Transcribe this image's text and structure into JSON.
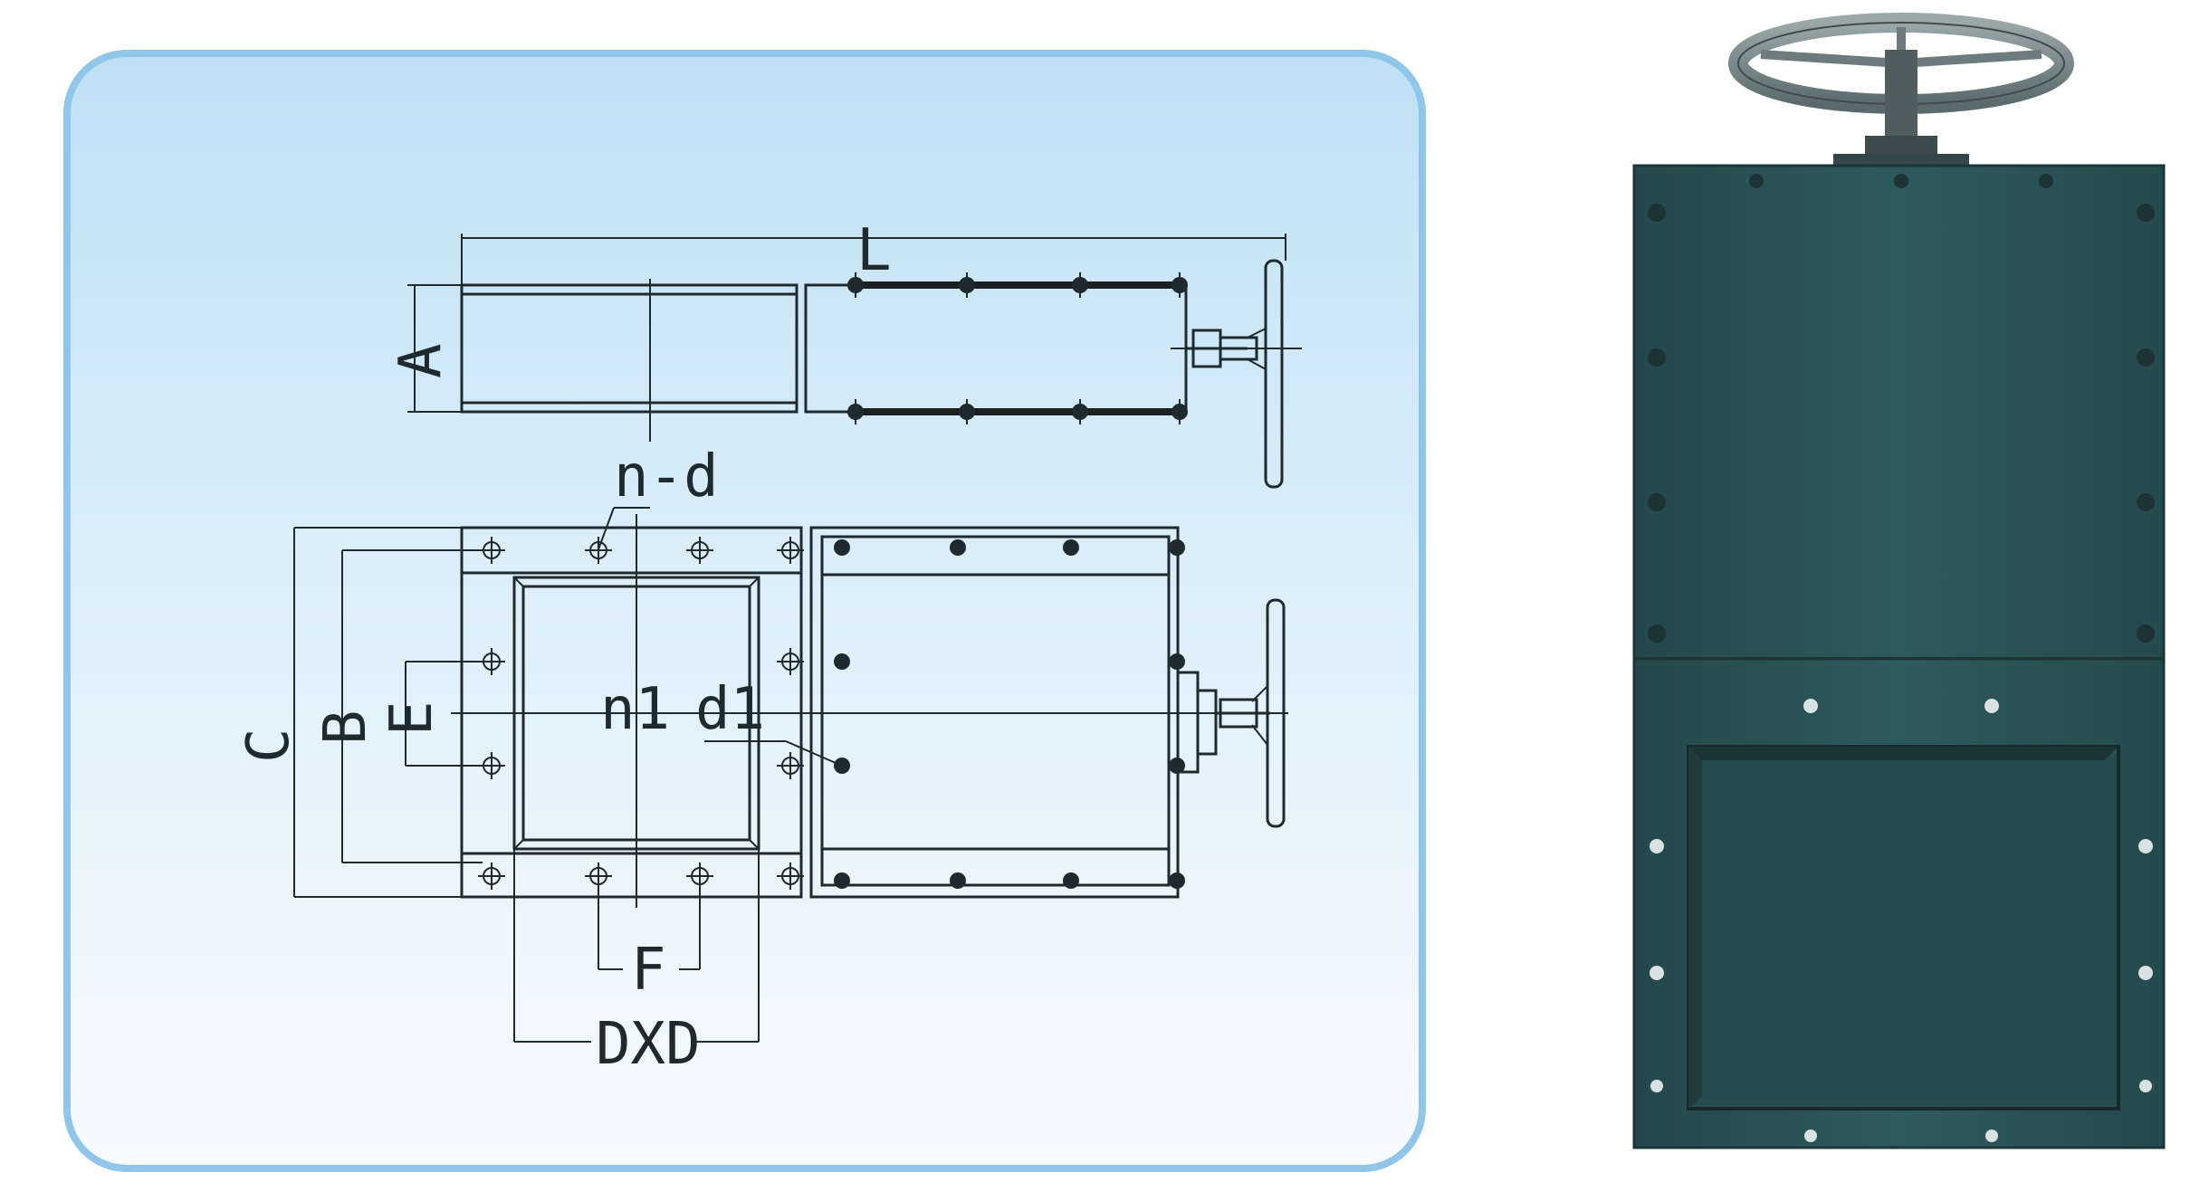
{
  "labels": {
    "L": "L",
    "A": "A",
    "nd": "n-d",
    "n1": "n1",
    "d1": "d1",
    "C": "C",
    "B": "B",
    "E": "E",
    "F": "F",
    "DXD": "DXD"
  },
  "colors": {
    "panel_border": "#8fc6ea",
    "valve_body": "#2f5a5d"
  }
}
